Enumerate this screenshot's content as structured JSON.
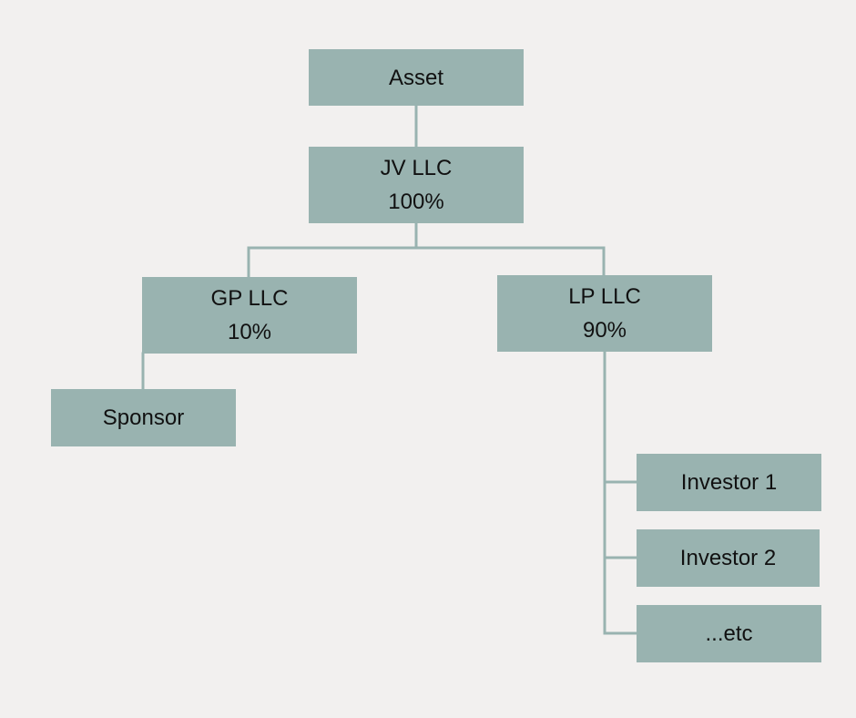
{
  "colors": {
    "background": "#f2f0ef",
    "node_fill": "#99b3b0",
    "connector": "#99b3b0",
    "text": "#111111"
  },
  "nodes": {
    "asset": {
      "name": "Asset"
    },
    "jv_llc": {
      "name": "JV LLC",
      "share": "100%"
    },
    "gp_llc": {
      "name": "GP LLC",
      "share": "10%"
    },
    "lp_llc": {
      "name": "LP LLC",
      "share": "90%"
    },
    "sponsor": {
      "name": "Sponsor"
    },
    "investor_1": {
      "name": "Investor 1"
    },
    "investor_2": {
      "name": "Investor 2"
    },
    "etc": {
      "name": "...etc"
    }
  },
  "edges": [
    [
      "asset",
      "jv_llc"
    ],
    [
      "jv_llc",
      "gp_llc"
    ],
    [
      "jv_llc",
      "lp_llc"
    ],
    [
      "gp_llc",
      "sponsor"
    ],
    [
      "lp_llc",
      "investor_1"
    ],
    [
      "lp_llc",
      "investor_2"
    ],
    [
      "lp_llc",
      "etc"
    ]
  ]
}
